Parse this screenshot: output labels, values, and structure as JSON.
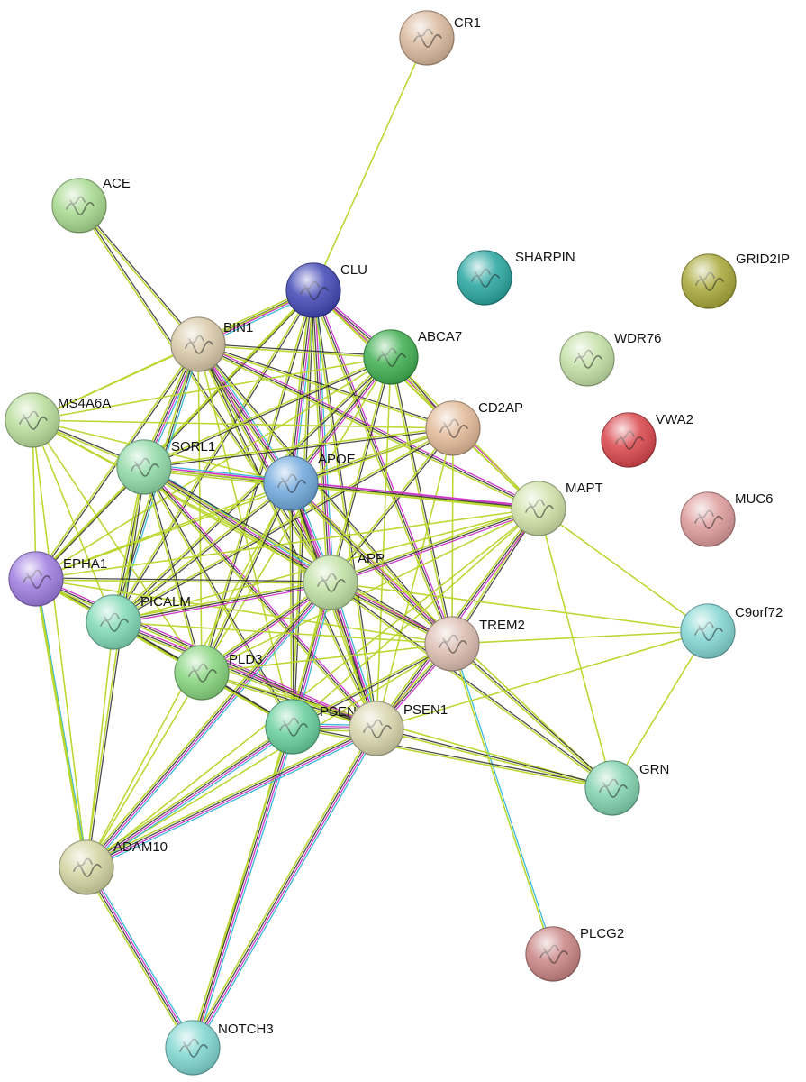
{
  "network": {
    "nodes": [
      {
        "id": "CR1",
        "label": "CR1",
        "color": "#d9b79a"
      },
      {
        "id": "ACE",
        "label": "ACE",
        "color": "#a6d98e"
      },
      {
        "id": "CLU",
        "label": "CLU",
        "color": "#3f45b5"
      },
      {
        "id": "SHARPIN",
        "label": "SHARPIN",
        "color": "#27a59f"
      },
      {
        "id": "GRID2IP",
        "label": "GRID2IP",
        "color": "#a8a838"
      },
      {
        "id": "BIN1",
        "label": "BIN1",
        "color": "#d8c8a6"
      },
      {
        "id": "ABCA7",
        "label": "ABCA7",
        "color": "#3dae4e"
      },
      {
        "id": "WDR76",
        "label": "WDR76",
        "color": "#c2e0a4"
      },
      {
        "id": "MS4A6A",
        "label": "MS4A6A",
        "color": "#b7dd9a"
      },
      {
        "id": "CD2AP",
        "label": "CD2AP",
        "color": "#e2b996"
      },
      {
        "id": "VWA2",
        "label": "VWA2",
        "color": "#d9444a"
      },
      {
        "id": "SORL1",
        "label": "SORL1",
        "color": "#8fd9a6"
      },
      {
        "id": "APOE",
        "label": "APOE",
        "color": "#6fa7dc"
      },
      {
        "id": "MAPT",
        "label": "MAPT",
        "color": "#cfe1a6"
      },
      {
        "id": "MUC6",
        "label": "MUC6",
        "color": "#dd9a9a"
      },
      {
        "id": "EPHA1",
        "label": "EPHA1",
        "color": "#9d7be0"
      },
      {
        "id": "APP",
        "label": "APP",
        "color": "#bfe0a2"
      },
      {
        "id": "PICALM",
        "label": "PICALM",
        "color": "#7fd9b7"
      },
      {
        "id": "C9orf72",
        "label": "C9orf72",
        "color": "#82d6d3"
      },
      {
        "id": "TREM2",
        "label": "TREM2",
        "color": "#dcbcb0"
      },
      {
        "id": "PLD3",
        "label": "PLD3",
        "color": "#86d47d"
      },
      {
        "id": "PSEN2",
        "label": "PSEN2",
        "color": "#66cf9b"
      },
      {
        "id": "PSEN1",
        "label": "PSEN1",
        "color": "#d8d4ab"
      },
      {
        "id": "GRN",
        "label": "GRN",
        "color": "#7fd2ad"
      },
      {
        "id": "ADAM10",
        "label": "ADAM10",
        "color": "#d2d4a0"
      },
      {
        "id": "PLCG2",
        "label": "PLCG2",
        "color": "#c98383"
      },
      {
        "id": "NOTCH3",
        "label": "NOTCH3",
        "color": "#7ed6d0"
      }
    ],
    "edges": [
      {
        "s": "CR1",
        "t": "CLU",
        "types": [
          "y"
        ]
      },
      {
        "s": "ACE",
        "t": "BIN1",
        "types": [
          "y",
          "k"
        ]
      },
      {
        "s": "ACE",
        "t": "APP",
        "types": [
          "y",
          "k"
        ]
      },
      {
        "s": "CLU",
        "t": "BIN1",
        "types": [
          "y",
          "k",
          "m",
          "c"
        ]
      },
      {
        "s": "CLU",
        "t": "ABCA7",
        "types": [
          "y",
          "k",
          "m"
        ]
      },
      {
        "s": "CLU",
        "t": "APOE",
        "types": [
          "y",
          "k",
          "m",
          "c"
        ]
      },
      {
        "s": "CLU",
        "t": "APP",
        "types": [
          "y",
          "k",
          "m",
          "c"
        ]
      },
      {
        "s": "CLU",
        "t": "SORL1",
        "types": [
          "y",
          "k"
        ]
      },
      {
        "s": "CLU",
        "t": "TREM2",
        "types": [
          "y",
          "k",
          "m"
        ]
      },
      {
        "s": "CLU",
        "t": "PSEN1",
        "types": [
          "y",
          "k"
        ]
      },
      {
        "s": "CLU",
        "t": "PICALM",
        "types": [
          "y",
          "k"
        ]
      },
      {
        "s": "CLU",
        "t": "PSEN2",
        "types": [
          "y",
          "k"
        ]
      },
      {
        "s": "CLU",
        "t": "PLD3",
        "types": [
          "y",
          "k"
        ]
      },
      {
        "s": "CLU",
        "t": "CD2AP",
        "types": [
          "y"
        ]
      },
      {
        "s": "CLU",
        "t": "MAPT",
        "types": [
          "y",
          "m"
        ]
      },
      {
        "s": "CLU",
        "t": "MS4A6A",
        "types": [
          "y"
        ]
      },
      {
        "s": "CLU",
        "t": "EPHA1",
        "types": [
          "y"
        ]
      },
      {
        "s": "BIN1",
        "t": "ABCA7",
        "types": [
          "y",
          "k"
        ]
      },
      {
        "s": "BIN1",
        "t": "APOE",
        "types": [
          "y",
          "k",
          "m",
          "c"
        ]
      },
      {
        "s": "BIN1",
        "t": "APP",
        "types": [
          "y",
          "k",
          "m"
        ]
      },
      {
        "s": "BIN1",
        "t": "SORL1",
        "types": [
          "y",
          "k",
          "m",
          "c"
        ]
      },
      {
        "s": "BIN1",
        "t": "PICALM",
        "types": [
          "y",
          "k",
          "c"
        ]
      },
      {
        "s": "BIN1",
        "t": "CD2AP",
        "types": [
          "y",
          "k"
        ]
      },
      {
        "s": "BIN1",
        "t": "MAPT",
        "types": [
          "y",
          "k",
          "m"
        ]
      },
      {
        "s": "BIN1",
        "t": "MS4A6A",
        "types": [
          "y"
        ]
      },
      {
        "s": "BIN1",
        "t": "EPHA1",
        "types": [
          "y",
          "k"
        ]
      },
      {
        "s": "BIN1",
        "t": "TREM2",
        "types": [
          "y",
          "k"
        ]
      },
      {
        "s": "BIN1",
        "t": "PSEN1",
        "types": [
          "y",
          "k"
        ]
      },
      {
        "s": "BIN1",
        "t": "PLD3",
        "types": [
          "y"
        ]
      },
      {
        "s": "BIN1",
        "t": "PSEN2",
        "types": [
          "y"
        ]
      },
      {
        "s": "ABCA7",
        "t": "APOE",
        "types": [
          "y",
          "k",
          "m"
        ]
      },
      {
        "s": "ABCA7",
        "t": "APP",
        "types": [
          "y",
          "k"
        ]
      },
      {
        "s": "ABCA7",
        "t": "SORL1",
        "types": [
          "y",
          "k"
        ]
      },
      {
        "s": "ABCA7",
        "t": "CD2AP",
        "types": [
          "y",
          "k"
        ]
      },
      {
        "s": "ABCA7",
        "t": "TREM2",
        "types": [
          "y",
          "k"
        ]
      },
      {
        "s": "ABCA7",
        "t": "MAPT",
        "types": [
          "y"
        ]
      },
      {
        "s": "ABCA7",
        "t": "PICALM",
        "types": [
          "y",
          "k"
        ]
      },
      {
        "s": "ABCA7",
        "t": "EPHA1",
        "types": [
          "y"
        ]
      },
      {
        "s": "ABCA7",
        "t": "MS4A6A",
        "types": [
          "y"
        ]
      },
      {
        "s": "ABCA7",
        "t": "PSEN1",
        "types": [
          "y"
        ]
      },
      {
        "s": "ABCA7",
        "t": "PLD3",
        "types": [
          "y"
        ]
      },
      {
        "s": "MS4A6A",
        "t": "SORL1",
        "types": [
          "y",
          "k"
        ]
      },
      {
        "s": "MS4A6A",
        "t": "APP",
        "types": [
          "y"
        ]
      },
      {
        "s": "MS4A6A",
        "t": "PICALM",
        "types": [
          "y"
        ]
      },
      {
        "s": "MS4A6A",
        "t": "EPHA1",
        "types": [
          "y"
        ]
      },
      {
        "s": "MS4A6A",
        "t": "TREM2",
        "types": [
          "y"
        ]
      },
      {
        "s": "MS4A6A",
        "t": "APOE",
        "types": [
          "y"
        ]
      },
      {
        "s": "MS4A6A",
        "t": "ADAM10",
        "types": [
          "y"
        ]
      },
      {
        "s": "MS4A6A",
        "t": "CD2AP",
        "types": [
          "y"
        ]
      },
      {
        "s": "MS4A6A",
        "t": "PLD3",
        "types": [
          "y"
        ]
      },
      {
        "s": "CD2AP",
        "t": "APOE",
        "types": [
          "y",
          "k"
        ]
      },
      {
        "s": "CD2AP",
        "t": "APP",
        "types": [
          "y",
          "k"
        ]
      },
      {
        "s": "CD2AP",
        "t": "SORL1",
        "types": [
          "y",
          "k"
        ]
      },
      {
        "s": "CD2AP",
        "t": "PICALM",
        "types": [
          "y",
          "k"
        ]
      },
      {
        "s": "CD2AP",
        "t": "EPHA1",
        "types": [
          "y"
        ]
      },
      {
        "s": "CD2AP",
        "t": "MAPT",
        "types": [
          "y"
        ]
      },
      {
        "s": "CD2AP",
        "t": "TREM2",
        "types": [
          "y"
        ]
      },
      {
        "s": "CD2AP",
        "t": "PSEN1",
        "types": [
          "y"
        ]
      },
      {
        "s": "SORL1",
        "t": "APOE",
        "types": [
          "y",
          "k",
          "m",
          "c"
        ]
      },
      {
        "s": "SORL1",
        "t": "APP",
        "types": [
          "y",
          "k",
          "m",
          "c"
        ]
      },
      {
        "s": "SORL1",
        "t": "PICALM",
        "types": [
          "y",
          "k"
        ]
      },
      {
        "s": "SORL1",
        "t": "EPHA1",
        "types": [
          "y",
          "k"
        ]
      },
      {
        "s": "SORL1",
        "t": "PSEN1",
        "types": [
          "y",
          "k",
          "m"
        ]
      },
      {
        "s": "SORL1",
        "t": "PSEN2",
        "types": [
          "y",
          "k"
        ]
      },
      {
        "s": "SORL1",
        "t": "TREM2",
        "types": [
          "y",
          "k"
        ]
      },
      {
        "s": "SORL1",
        "t": "MAPT",
        "types": [
          "y",
          "m"
        ]
      },
      {
        "s": "SORL1",
        "t": "PLD3",
        "types": [
          "y",
          "k"
        ]
      },
      {
        "s": "SORL1",
        "t": "ADAM10",
        "types": [
          "y",
          "k"
        ]
      },
      {
        "s": "APOE",
        "t": "APP",
        "types": [
          "y",
          "k",
          "m",
          "c"
        ]
      },
      {
        "s": "APOE",
        "t": "TREM2",
        "types": [
          "y",
          "k",
          "m"
        ]
      },
      {
        "s": "APOE",
        "t": "MAPT",
        "types": [
          "y",
          "k",
          "m"
        ]
      },
      {
        "s": "APOE",
        "t": "PSEN1",
        "types": [
          "y",
          "k",
          "m"
        ]
      },
      {
        "s": "APOE",
        "t": "PSEN2",
        "types": [
          "y",
          "k"
        ]
      },
      {
        "s": "APOE",
        "t": "PICALM",
        "types": [
          "y",
          "k"
        ]
      },
      {
        "s": "APOE",
        "t": "EPHA1",
        "types": [
          "y"
        ]
      },
      {
        "s": "APOE",
        "t": "PLD3",
        "types": [
          "y",
          "k"
        ]
      },
      {
        "s": "APOE",
        "t": "GRN",
        "types": [
          "y"
        ]
      },
      {
        "s": "APOE",
        "t": "ADAM10",
        "types": [
          "y"
        ]
      },
      {
        "s": "MAPT",
        "t": "APP",
        "types": [
          "y",
          "k",
          "m"
        ]
      },
      {
        "s": "MAPT",
        "t": "TREM2",
        "types": [
          "y",
          "k"
        ]
      },
      {
        "s": "MAPT",
        "t": "PSEN1",
        "types": [
          "y",
          "k",
          "m"
        ]
      },
      {
        "s": "MAPT",
        "t": "PSEN2",
        "types": [
          "y"
        ]
      },
      {
        "s": "MAPT",
        "t": "GRN",
        "types": [
          "y"
        ]
      },
      {
        "s": "MAPT",
        "t": "C9orf72",
        "types": [
          "y"
        ]
      },
      {
        "s": "MAPT",
        "t": "EPHA1",
        "types": [
          "y"
        ]
      },
      {
        "s": "MAPT",
        "t": "PICALM",
        "types": [
          "y"
        ]
      },
      {
        "s": "MAPT",
        "t": "PLD3",
        "types": [
          "y"
        ]
      },
      {
        "s": "MAPT",
        "t": "ADAM10",
        "types": [
          "y"
        ]
      },
      {
        "s": "EPHA1",
        "t": "APP",
        "types": [
          "y",
          "k"
        ]
      },
      {
        "s": "EPHA1",
        "t": "PICALM",
        "types": [
          "y",
          "k"
        ]
      },
      {
        "s": "EPHA1",
        "t": "PSEN1",
        "types": [
          "y",
          "k",
          "m"
        ]
      },
      {
        "s": "EPHA1",
        "t": "PLD3",
        "types": [
          "y"
        ]
      },
      {
        "s": "EPHA1",
        "t": "TREM2",
        "types": [
          "y"
        ]
      },
      {
        "s": "EPHA1",
        "t": "ADAM10",
        "types": [
          "y",
          "c"
        ]
      },
      {
        "s": "EPHA1",
        "t": "PSEN2",
        "types": [
          "y"
        ]
      },
      {
        "s": "APP",
        "t": "PICALM",
        "types": [
          "y",
          "k",
          "m"
        ]
      },
      {
        "s": "APP",
        "t": "TREM2",
        "types": [
          "y",
          "k",
          "m"
        ]
      },
      {
        "s": "APP",
        "t": "PLD3",
        "types": [
          "y",
          "k",
          "m"
        ]
      },
      {
        "s": "APP",
        "t": "PSEN2",
        "types": [
          "y",
          "k",
          "m",
          "c"
        ]
      },
      {
        "s": "APP",
        "t": "PSEN1",
        "types": [
          "y",
          "k",
          "m",
          "c"
        ]
      },
      {
        "s": "APP",
        "t": "GRN",
        "types": [
          "y",
          "k"
        ]
      },
      {
        "s": "APP",
        "t": "ADAM10",
        "types": [
          "y",
          "k",
          "m",
          "c"
        ]
      },
      {
        "s": "APP",
        "t": "C9orf72",
        "types": [
          "y"
        ]
      },
      {
        "s": "APP",
        "t": "NOTCH3",
        "types": [
          "y"
        ]
      },
      {
        "s": "PICALM",
        "t": "PLD3",
        "types": [
          "y",
          "k"
        ]
      },
      {
        "s": "PICALM",
        "t": "PSEN1",
        "types": [
          "y",
          "k",
          "m"
        ]
      },
      {
        "s": "PICALM",
        "t": "PSEN2",
        "types": [
          "y",
          "k"
        ]
      },
      {
        "s": "PICALM",
        "t": "TREM2",
        "types": [
          "y"
        ]
      },
      {
        "s": "PICALM",
        "t": "ADAM10",
        "types": [
          "y"
        ]
      },
      {
        "s": "TREM2",
        "t": "PSEN1",
        "types": [
          "y",
          "k",
          "m"
        ]
      },
      {
        "s": "TREM2",
        "t": "PSEN2",
        "types": [
          "y",
          "k"
        ]
      },
      {
        "s": "TREM2",
        "t": "GRN",
        "types": [
          "y",
          "k"
        ]
      },
      {
        "s": "TREM2",
        "t": "PLCG2",
        "types": [
          "y",
          "c"
        ]
      },
      {
        "s": "TREM2",
        "t": "C9orf72",
        "types": [
          "y"
        ]
      },
      {
        "s": "TREM2",
        "t": "PLD3",
        "types": [
          "y"
        ]
      },
      {
        "s": "TREM2",
        "t": "ADAM10",
        "types": [
          "y"
        ]
      },
      {
        "s": "PLD3",
        "t": "PSEN2",
        "types": [
          "y",
          "k"
        ]
      },
      {
        "s": "PLD3",
        "t": "PSEN1",
        "types": [
          "y",
          "k"
        ]
      },
      {
        "s": "PLD3",
        "t": "ADAM10",
        "types": [
          "y"
        ]
      },
      {
        "s": "PLD3",
        "t": "GRN",
        "types": [
          "y"
        ]
      },
      {
        "s": "PSEN2",
        "t": "PSEN1",
        "types": [
          "y",
          "k",
          "m",
          "c"
        ]
      },
      {
        "s": "PSEN2",
        "t": "ADAM10",
        "types": [
          "y",
          "k",
          "m",
          "c"
        ]
      },
      {
        "s": "PSEN2",
        "t": "NOTCH3",
        "types": [
          "y",
          "k",
          "m",
          "c"
        ]
      },
      {
        "s": "PSEN2",
        "t": "GRN",
        "types": [
          "y",
          "k"
        ]
      },
      {
        "s": "PSEN1",
        "t": "ADAM10",
        "types": [
          "y",
          "k",
          "m",
          "c"
        ]
      },
      {
        "s": "PSEN1",
        "t": "NOTCH3",
        "types": [
          "y",
          "k",
          "m",
          "c"
        ]
      },
      {
        "s": "PSEN1",
        "t": "GRN",
        "types": [
          "y",
          "k"
        ]
      },
      {
        "s": "PSEN1",
        "t": "C9orf72",
        "types": [
          "y"
        ]
      },
      {
        "s": "GRN",
        "t": "C9orf72",
        "types": [
          "y"
        ]
      },
      {
        "s": "ADAM10",
        "t": "NOTCH3",
        "types": [
          "y",
          "k",
          "m",
          "c"
        ]
      },
      {
        "s": "ADAM10",
        "t": "EPHA1",
        "types": [
          "y"
        ]
      }
    ]
  },
  "edge_colors": {
    "y": "#b7d62a",
    "k": "#2b2b2b",
    "m": "#cc2fc8",
    "c": "#2fb5d6"
  }
}
